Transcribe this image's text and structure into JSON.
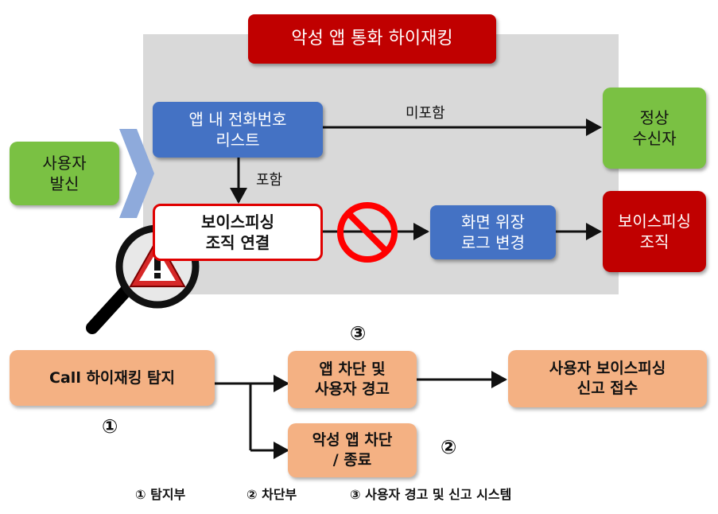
{
  "title": "악성 앱 통화 하이재킹",
  "caller": "사용자\n발신",
  "contact_list": "앱 내 전화번호\n리스트",
  "label_not_included": "미포함",
  "label_included": "포함",
  "normal_receiver": "정상\n수신자",
  "phishing_connect": "보이스피싱\n조직 연결",
  "screen_disguise": "화면 위장\n로그 변경",
  "phishing_org": "보이스피싱\n조직",
  "detect": "Call 하이재킹 탐지",
  "block_warn": "앱 차단 및\n사용자 경고",
  "report": "사용자 보이스피싱\n신고 접수",
  "app_terminate": "악성 앱 차단\n/ 종료",
  "num1": "①",
  "num2": "②",
  "num3": "③",
  "legend": {
    "item1": "① 탐지부",
    "item2": "② 차단부",
    "item3": "③ 사용자 경고 및 신고 시스템"
  },
  "colors": {
    "title_red": "#c00000",
    "blue": "#4472c4",
    "green": "#7ac143",
    "orange": "#f4b183",
    "panel_grey": "#d9d9d9"
  }
}
